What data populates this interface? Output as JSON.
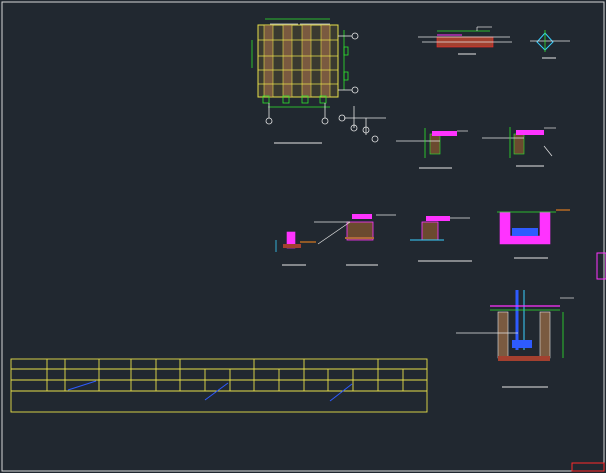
{
  "app": {
    "window_kind": "CAD model space viewport"
  },
  "colors": {
    "background": "#212830",
    "frame": "#ffffff",
    "white_lines": "#e6e6e6",
    "yellow": "#e8e04a",
    "green": "#2ee82e",
    "magenta": "#ff33ff",
    "red": "#ff2a2a",
    "blue": "#2e5bff",
    "cyan": "#39d0ff",
    "orange": "#ff8a1c",
    "brown": "#b06a3a",
    "dark_red": "#a3402f"
  },
  "table": {
    "title_row_cells": 1,
    "row_count": 4
  }
}
